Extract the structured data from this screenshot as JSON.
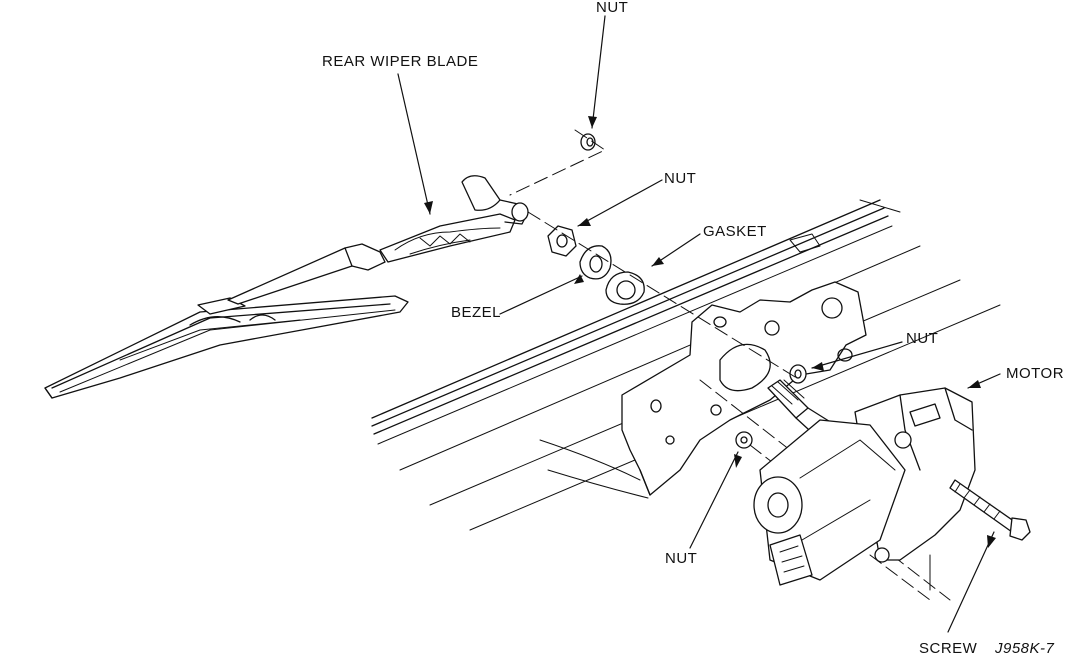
{
  "diagram": {
    "labels": {
      "nut_top": "NUT",
      "rear_wiper_blade": "REAR WIPER BLADE",
      "nut_arm": "NUT",
      "gasket": "GASKET",
      "bezel": "BEZEL",
      "nut_right": "NUT",
      "motor": "MOTOR",
      "nut_bottom": "NUT",
      "screw": "SCREW"
    },
    "figure_id": "J958K-7"
  }
}
